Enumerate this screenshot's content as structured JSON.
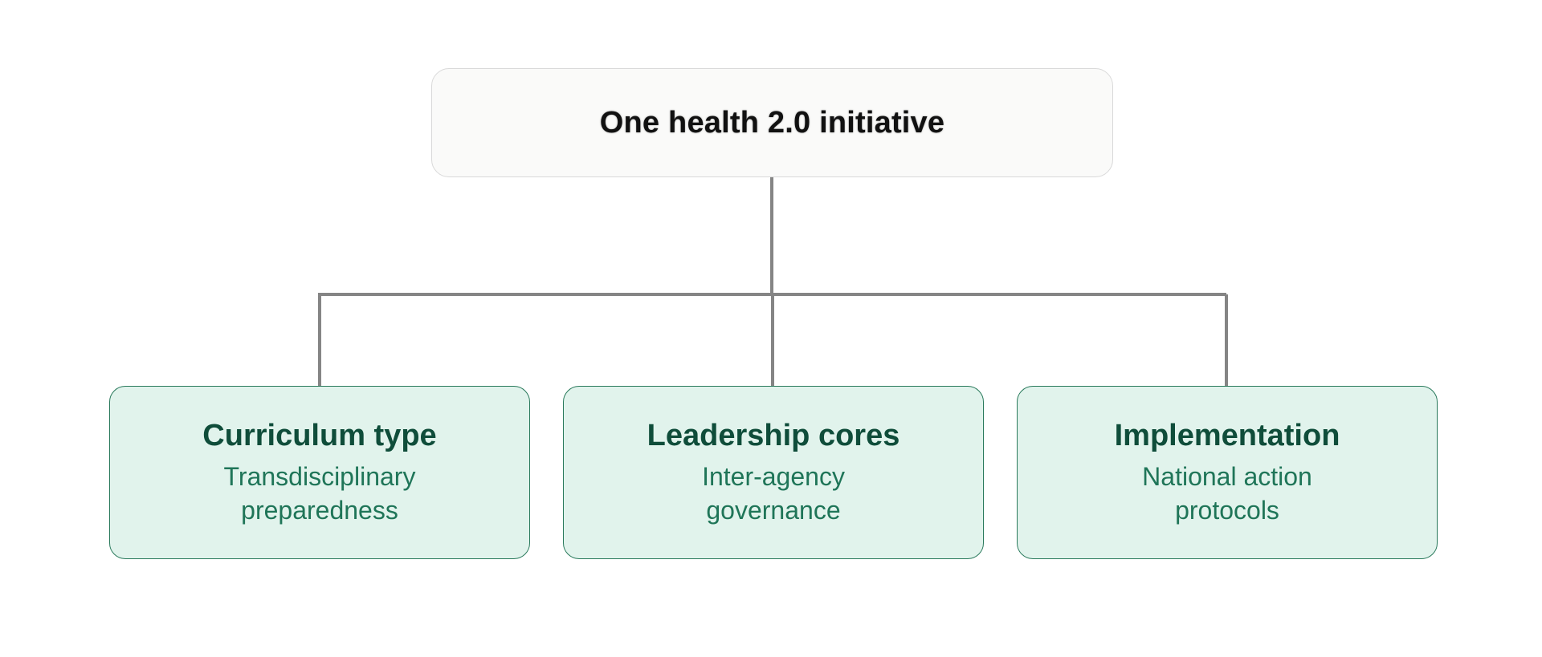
{
  "diagram": {
    "root": {
      "title": "One health 2.0 initiative"
    },
    "children": [
      {
        "title": "Curriculum type",
        "subtitle_line1": "Transdisciplinary",
        "subtitle_line2": "preparedness"
      },
      {
        "title": "Leadership cores",
        "subtitle_line1": "Inter-agency",
        "subtitle_line2": "governance"
      },
      {
        "title": "Implementation",
        "subtitle_line1": "National action",
        "subtitle_line2": "protocols"
      }
    ]
  },
  "colors": {
    "connector": "#858585",
    "root_fill": "#fafaf9",
    "root_border": "#d9d9d9",
    "child_fill": "#e1f3ec",
    "child_border": "#2a7a5c",
    "child_title": "#0f4d3a",
    "child_subtitle": "#1f7558"
  }
}
